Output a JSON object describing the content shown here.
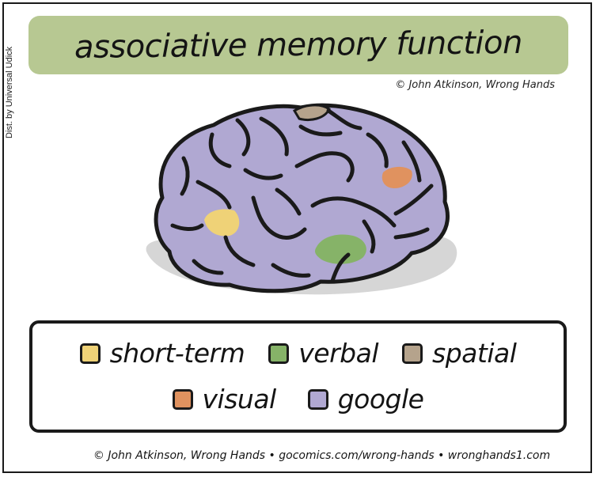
{
  "side_credit": "Dist. by Universal Udick",
  "title": "associative memory function",
  "top_credit": "© John Atkinson, Wrong Hands",
  "legend": {
    "row1": [
      {
        "label": "short-term",
        "color": "#efd277"
      },
      {
        "label": "verbal",
        "color": "#86b368"
      },
      {
        "label": "spatial",
        "color": "#b5a38c"
      }
    ],
    "row2": [
      {
        "label": "visual",
        "color": "#e0925f"
      },
      {
        "label": "google",
        "color": "#b0a8d2"
      }
    ]
  },
  "footer_credit": "© John Atkinson, Wrong Hands • gocomics.com/wrong-hands • wronghands1.com",
  "colors": {
    "banner": "#b7c892",
    "brain": "#b0a8d2",
    "shadow": "#d4d4d4",
    "outline": "#1a1a1a"
  }
}
